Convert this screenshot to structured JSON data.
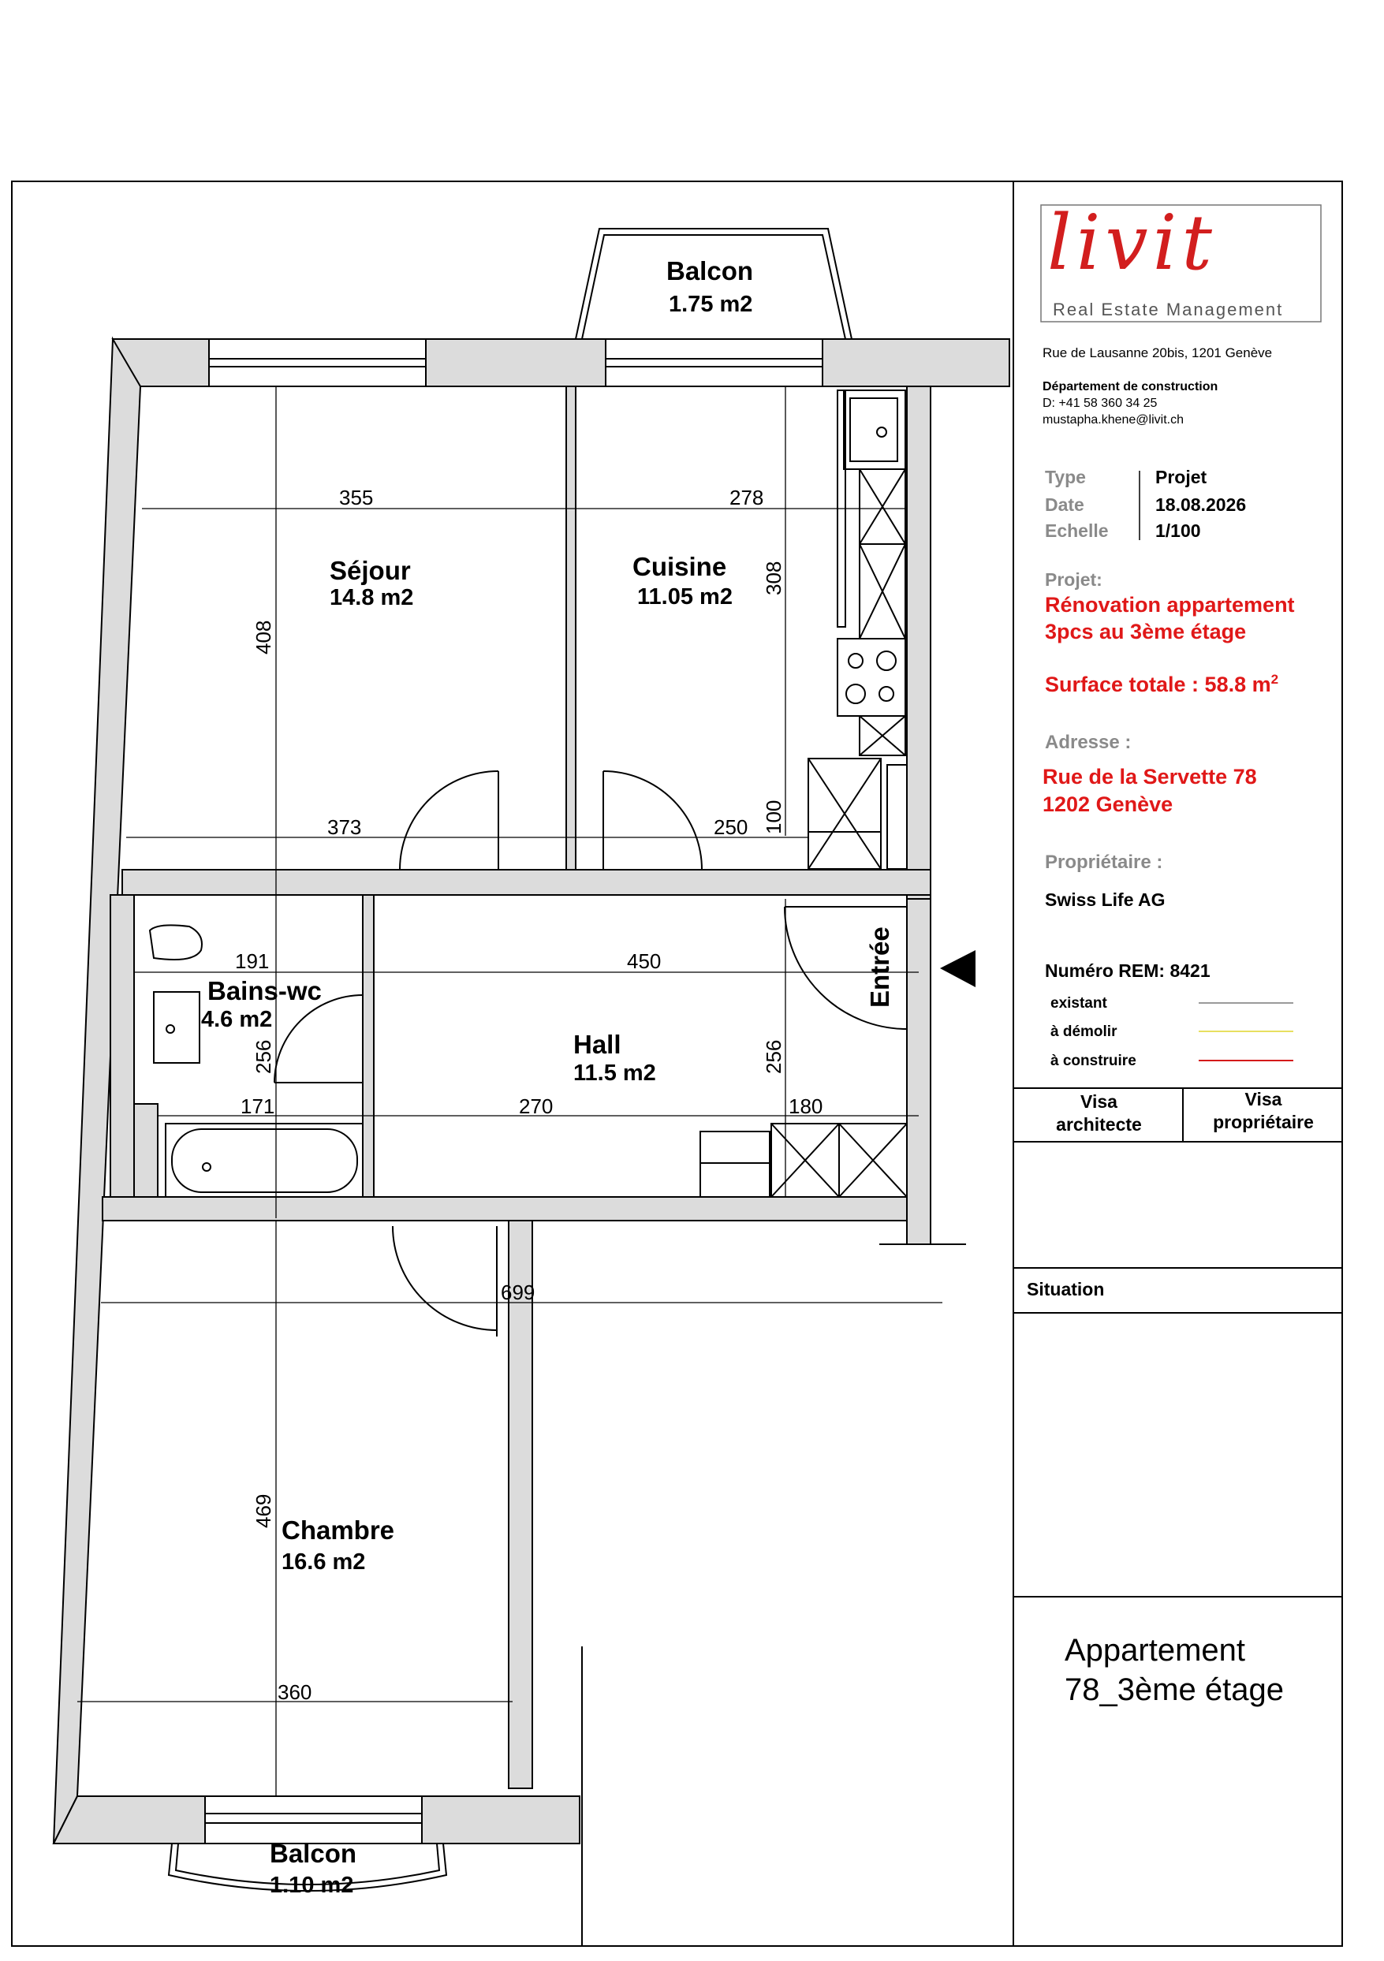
{
  "logo": {
    "wordmark": "livit",
    "tagline": "Real Estate Management"
  },
  "company": {
    "address": "Rue de Lausanne 20bis, 1201 Genève",
    "department": "Département de construction",
    "phone": "D: +41 58 360 34 25",
    "email": "mustapha.khene@livit.ch"
  },
  "meta": {
    "type_label": "Type",
    "type_value": "Projet",
    "date_label": "Date",
    "date_value": "18.08.2026",
    "scale_label": "Echelle",
    "scale_value": "1/100"
  },
  "project": {
    "label": "Projet:",
    "line1": "Rénovation appartement",
    "line2": "3pcs au 3ème étage",
    "surface_label": "Surface totale : 58.8 m",
    "surface_sup": "2"
  },
  "address": {
    "label": "Adresse :",
    "line1": "Rue de la Servette 78",
    "line2": "1202 Genève"
  },
  "owner": {
    "label": "Propriétaire :",
    "name": "Swiss Life AG"
  },
  "rem": "Numéro REM: 8421",
  "legend": [
    {
      "label": "existant",
      "color": "#9a9a9a"
    },
    {
      "label": "à démolir",
      "color": "#e8e060"
    },
    {
      "label": "à construire",
      "color": "#d41a1a"
    }
  ],
  "visa": {
    "architect": [
      "Visa",
      "architecte"
    ],
    "owner": [
      "Visa",
      "propriétaire"
    ]
  },
  "situation_label": "Situation",
  "sheet_title": [
    "Appartement",
    "78_3ème étage"
  ],
  "rooms": {
    "sejour": {
      "name": "Séjour",
      "area": "14.8 m2"
    },
    "cuisine": {
      "name": "Cuisine",
      "area": "11.05 m2"
    },
    "bains": {
      "name": "Bains-wc",
      "area": "4.6 m2"
    },
    "hall": {
      "name": "Hall",
      "area": "11.5 m2"
    },
    "chambre": {
      "name": "Chambre",
      "area": "16.6 m2"
    },
    "balcon_top": {
      "name": "Balcon",
      "area": "1.75 m2"
    },
    "balcon_bottom": {
      "name": "Balcon",
      "area": "1.10 m2"
    },
    "entree": "Entrée"
  },
  "dims": {
    "d355": "355",
    "d278": "278",
    "d408": "408",
    "d308": "308",
    "d373": "373",
    "d250": "250",
    "d100": "100",
    "d191": "191",
    "d450": "450",
    "d256a": "256",
    "d256b": "256",
    "d171": "171",
    "d270": "270",
    "d180": "180",
    "d699": "699",
    "d469": "469",
    "d360": "360"
  }
}
